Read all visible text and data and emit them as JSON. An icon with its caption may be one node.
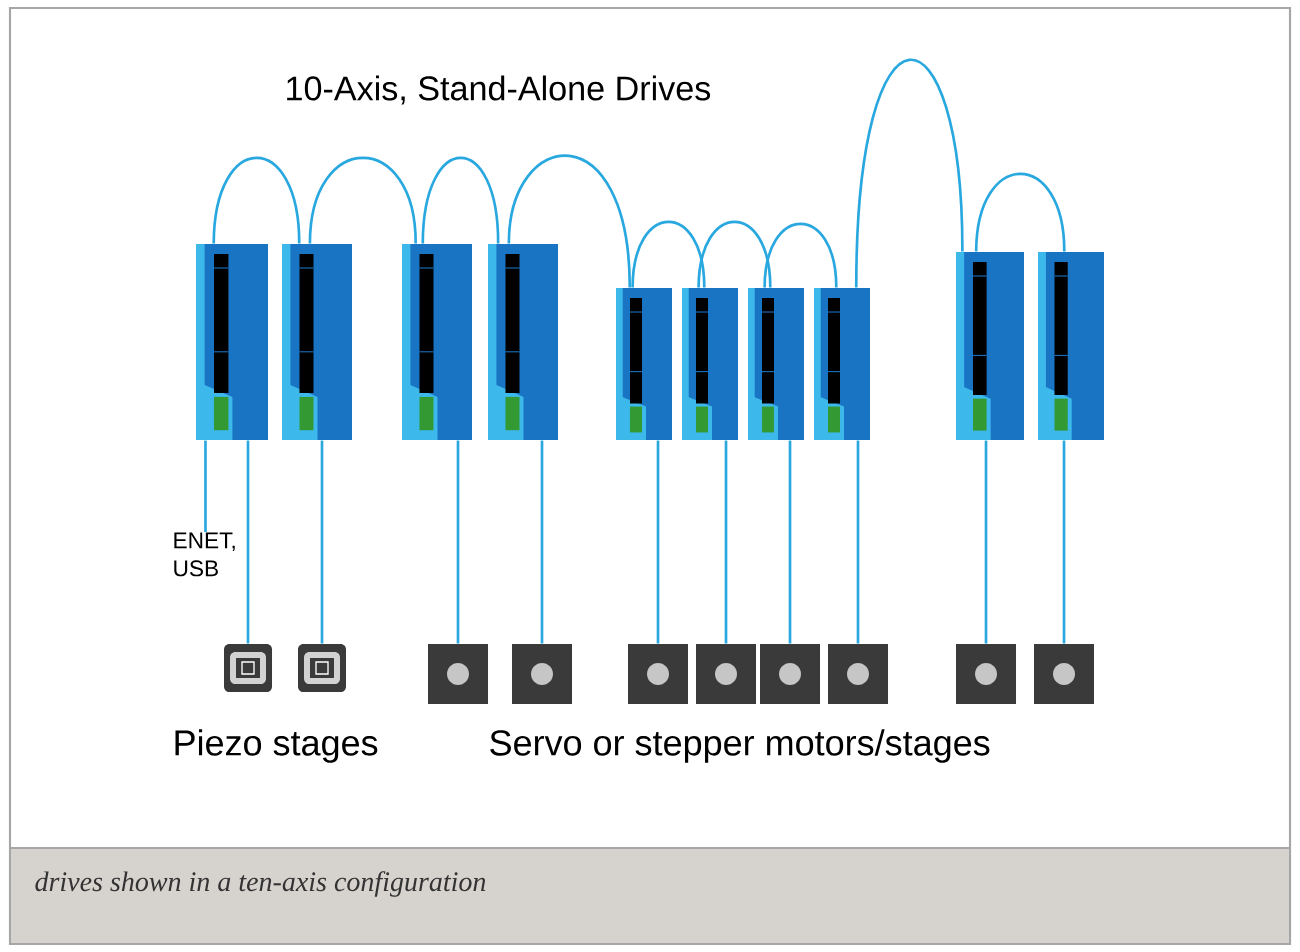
{
  "diagram": {
    "title": "10-Axis, Stand-Alone Drives",
    "caption": "drives shown in a ten-axis configuration",
    "nodes": [
      {
        "text": [],
        "shape": "box"
      },
      {
        "text": [],
        "shape": "box"
      },
      {
        "text": [],
        "shape": "box"
      },
      {
        "text": [],
        "shape": "box"
      },
      {
        "text": [],
        "shape": "box"
      },
      {
        "text": [],
        "shape": "box"
      },
      {
        "text": [],
        "shape": "box"
      },
      {
        "text": [],
        "shape": "box"
      },
      {
        "text": [],
        "shape": "box"
      },
      {
        "text": [],
        "shape": "box"
      },
      {
        "text": [],
        "shape": "box"
      },
      {
        "text": [],
        "shape": "box"
      },
      {
        "text": [],
        "shape": "box"
      },
      {
        "text": [],
        "shape": "box"
      },
      {
        "text": [],
        "shape": "box"
      },
      {
        "text": [],
        "shape": "box"
      },
      {
        "text": [],
        "shape": "box"
      },
      {
        "text": [],
        "shape": "box"
      },
      {
        "text": [],
        "shape": "box"
      },
      {
        "text": [],
        "shape": "box"
      },
      {
        "text": [
          "ENET, USB"
        ]
      }
    ],
    "edges": [
      {
        "from": 0,
        "to": 1,
        "arrow": "none"
      },
      {
        "from": 1,
        "to": 2,
        "arrow": "none"
      },
      {
        "from": 2,
        "to": 3,
        "arrow": "none"
      },
      {
        "from": 3,
        "to": 4,
        "arrow": "none"
      },
      {
        "from": 4,
        "to": 5,
        "arrow": "none"
      },
      {
        "from": 5,
        "to": 6,
        "arrow": "none"
      },
      {
        "from": 6,
        "to": 7,
        "arrow": "none"
      },
      {
        "from": 7,
        "to": 8,
        "arrow": "none"
      },
      {
        "from": 8,
        "to": 9,
        "arrow": "none"
      },
      {
        "from": 0,
        "to": 10,
        "arrow": "none"
      },
      {
        "from": 1,
        "to": 11,
        "arrow": "none"
      },
      {
        "from": 2,
        "to": 12,
        "arrow": "none"
      },
      {
        "from": 3,
        "to": 13,
        "arrow": "none"
      },
      {
        "from": 4,
        "to": 14,
        "arrow": "none"
      },
      {
        "from": 5,
        "to": 15,
        "arrow": "none"
      },
      {
        "from": 6,
        "to": 16,
        "arrow": "none"
      },
      {
        "from": 7,
        "to": 17,
        "arrow": "none"
      },
      {
        "from": 8,
        "to": 18,
        "arrow": "none"
      },
      {
        "from": 9,
        "to": 19,
        "arrow": "none"
      },
      {
        "from": 0,
        "to": 20,
        "arrow": "none"
      }
    ],
    "labels": [
      "Piezo stages",
      "Servo or stepper motors/stages"
    ]
  }
}
